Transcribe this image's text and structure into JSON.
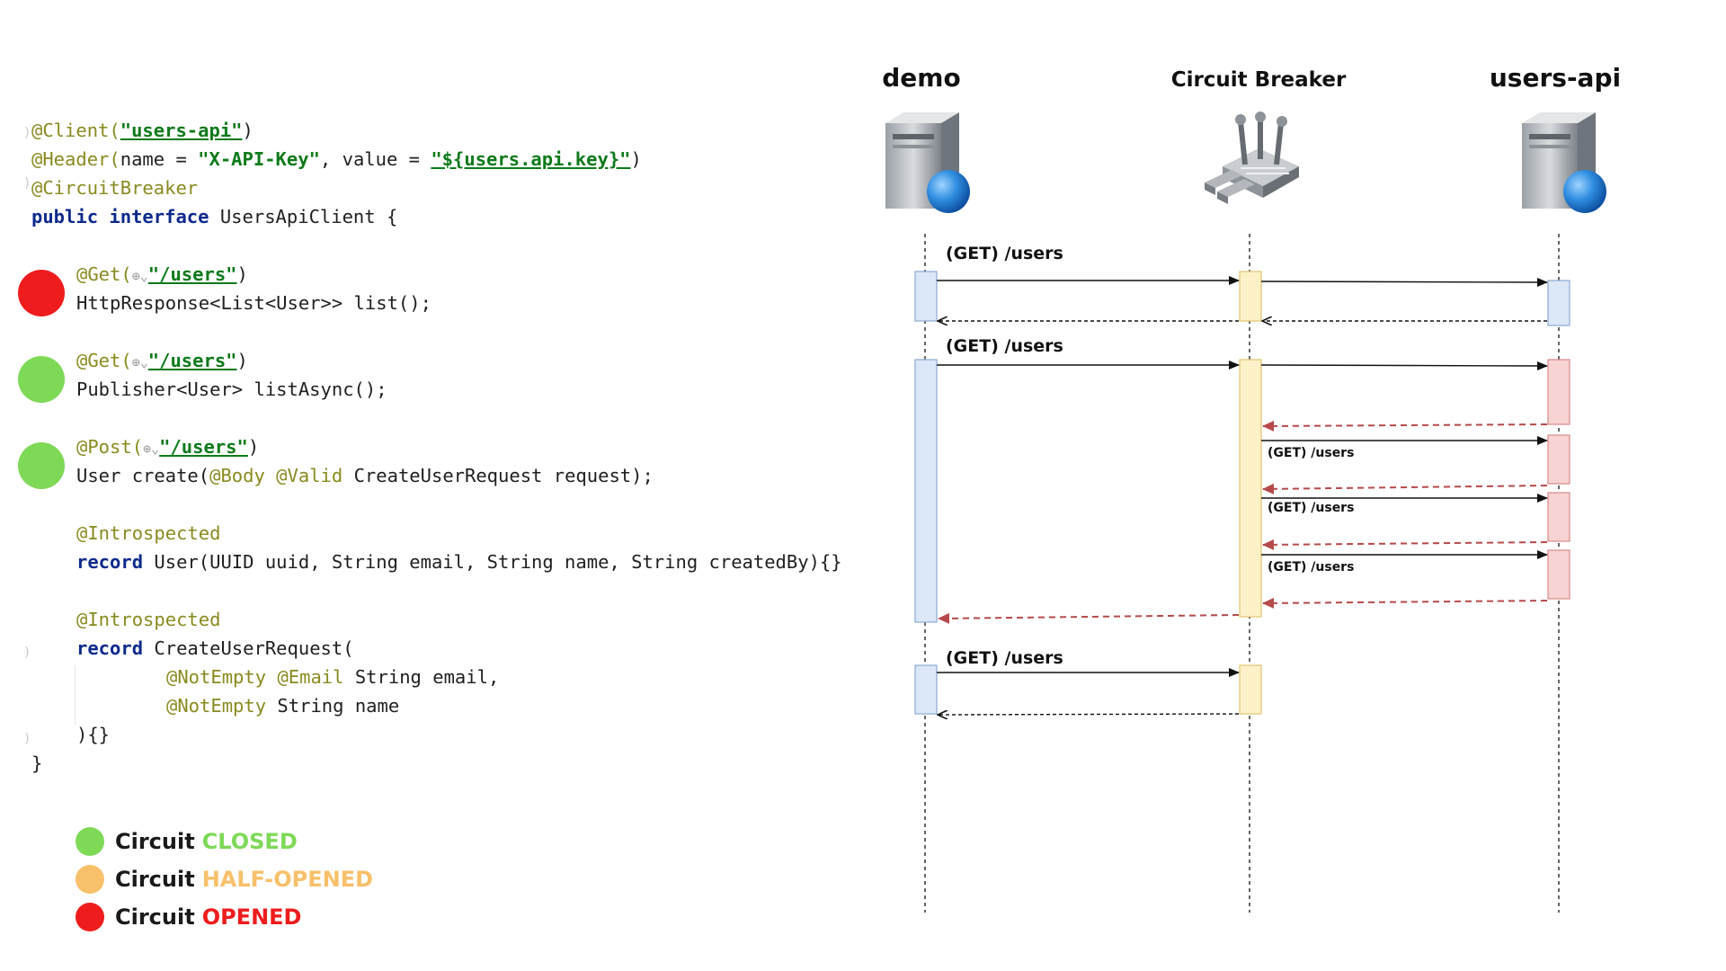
{
  "code": {
    "l1": {
      "a": "@Client(",
      "s": "\"users-api\"",
      "e": ")"
    },
    "l2": {
      "a": "@Header(",
      "p1": "name = ",
      "s1": "\"X-API-Key\"",
      "p2": ", value = ",
      "s2": "\"${users.api.key}\"",
      "e": ")"
    },
    "l3": "@CircuitBreaker",
    "l4": {
      "k": "public interface",
      "p": " UsersApiClient {"
    },
    "l5": {
      "a": "@Get(",
      "g": "⊕⌄",
      "s": "\"/users\"",
      "e": ")"
    },
    "l6": "HttpResponse<List<User>> list();",
    "l7": {
      "a": "@Get(",
      "g": "⊕⌄",
      "s": "\"/users\"",
      "e": ")"
    },
    "l8": "Publisher<User> listAsync();",
    "l9": {
      "a": "@Post(",
      "g": "⊕⌄",
      "s": "\"/users\"",
      "e": ")"
    },
    "l10": {
      "p1": "User create(",
      "a1": "@Body",
      "sp": " ",
      "a2": "@Valid",
      "p2": " CreateUserRequest request);"
    },
    "l11": "@Introspected",
    "l12": {
      "k": "record",
      "p": " User(UUID uuid, String email, String name, String createdBy){}"
    },
    "l13": "@Introspected",
    "l14": {
      "k": "record",
      "p": " CreateUserRequest("
    },
    "l15": {
      "a1": "@NotEmpty",
      "sp": " ",
      "a2": "@Email",
      "p": " String email,"
    },
    "l16": {
      "a": "@NotEmpty",
      "p": " String name"
    },
    "l17": "){}",
    "l18": "}"
  },
  "legend": [
    {
      "word": "Circuit",
      "state": "CLOSED",
      "color": "#7ed957"
    },
    {
      "word": "Circuit",
      "state": "HALF-OPENED",
      "color": "#f8c06a"
    },
    {
      "word": "Circuit",
      "state": "OPENED",
      "color": "#ee1c1c"
    }
  ],
  "status_colors": {
    "open": "#ee1c1c",
    "closed": "#7ed957",
    "half": "#f8c06a"
  },
  "actors": {
    "demo": "demo",
    "breaker": "Circuit Breaker",
    "api": "users-api"
  },
  "messages": {
    "m1": "(GET) /users",
    "m2": "(GET) /users",
    "r1": "(GET) /users",
    "r2": "(GET) /users",
    "r3": "(GET) /users",
    "m3": "(GET) /users"
  }
}
